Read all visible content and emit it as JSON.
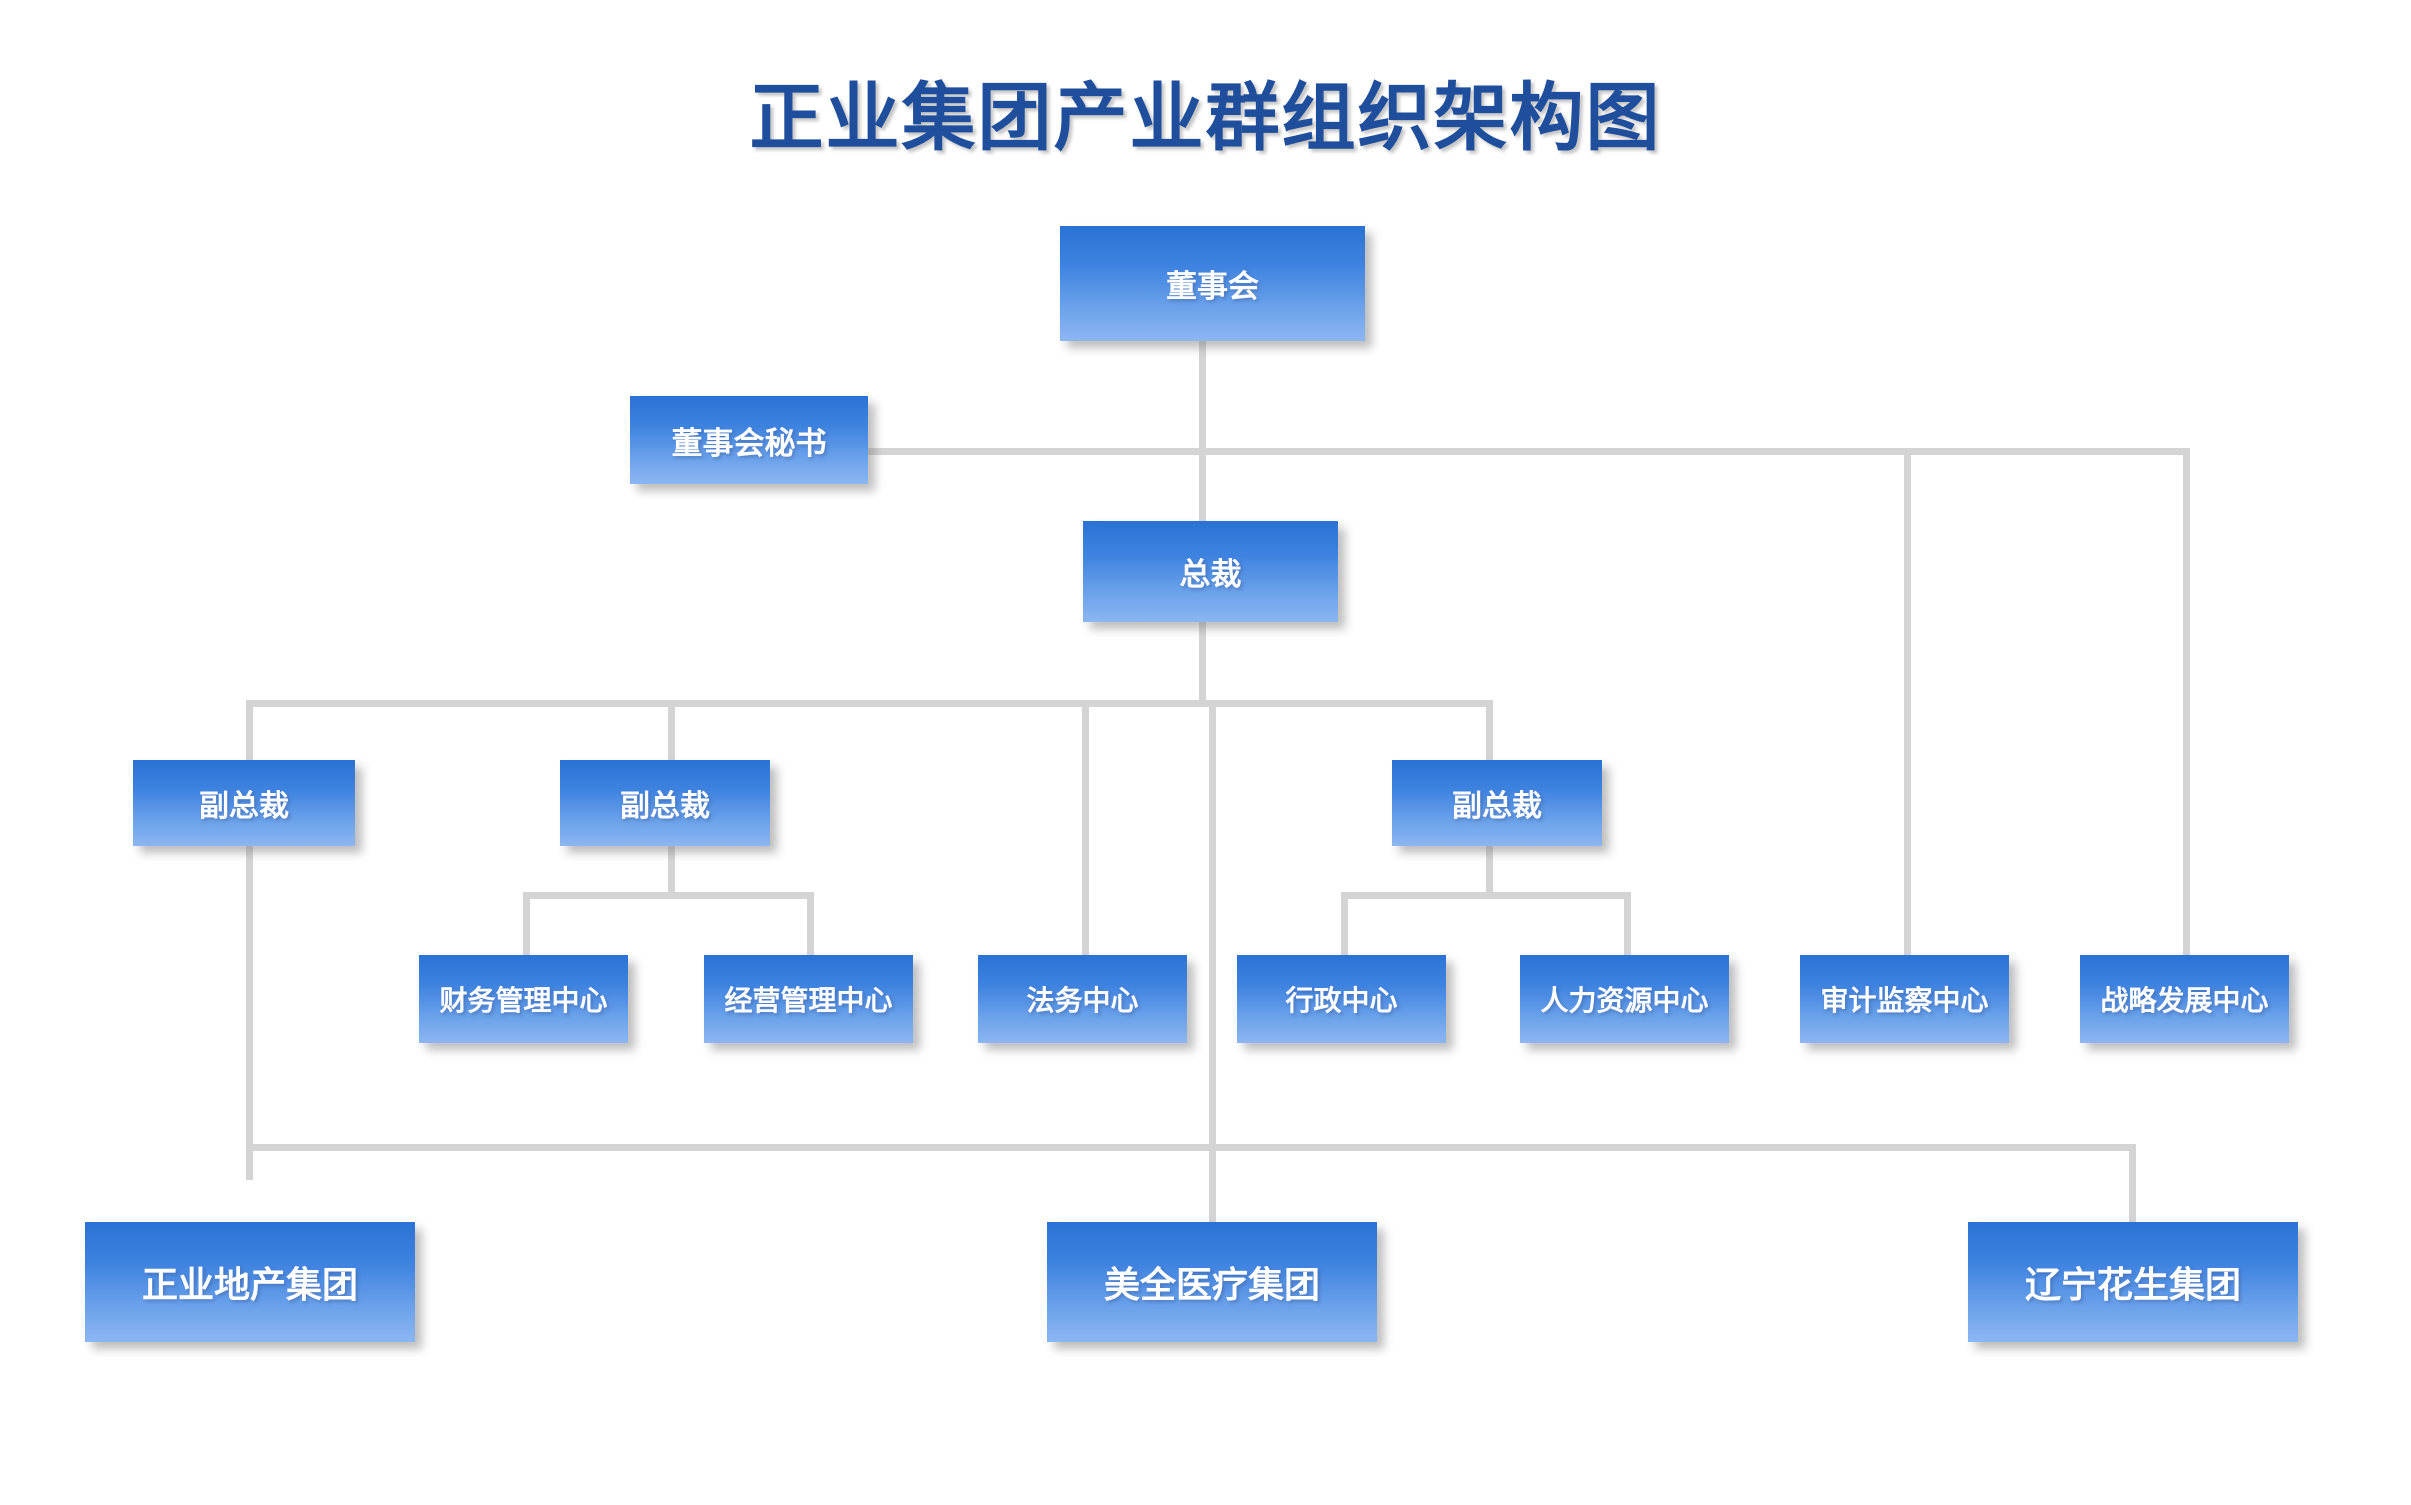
{
  "title": "正业集团产业群组织架构图",
  "theme": {
    "box_gradient_top": "#2a72d4",
    "box_gradient_bottom": "#8cb6f2",
    "title_color": "#1f4e9c",
    "connector_color": "#d4d4d4",
    "background": "#ffffff",
    "label_color": "#ffffff"
  },
  "nodes": {
    "board": "董事会",
    "board_secretary": "董事会秘书",
    "president": "总裁",
    "vp_1": "副总裁",
    "vp_2": "副总裁",
    "vp_3": "副总裁",
    "finance_center": "财务管理中心",
    "operations_center": "经营管理中心",
    "legal_center": "法务中心",
    "admin_center": "行政中心",
    "hr_center": "人力资源中心",
    "audit_center": "审计监察中心",
    "strategy_center": "战略发展中心",
    "group_realestate": "正业地产集团",
    "group_medical": "美全医疗集团",
    "group_peanut": "辽宁花生集团"
  },
  "hierarchy": {
    "root": "董事会",
    "levels": [
      {
        "level": 1,
        "items": [
          "董事会"
        ]
      },
      {
        "level": 2,
        "items": [
          "董事会秘书"
        ]
      },
      {
        "level": 3,
        "items": [
          "总裁"
        ]
      },
      {
        "level": 4,
        "items": [
          "副总裁",
          "副总裁",
          "副总裁"
        ]
      },
      {
        "level": 5,
        "items": [
          "财务管理中心",
          "经营管理中心",
          "法务中心",
          "行政中心",
          "人力资源中心",
          "审计监察中心",
          "战略发展中心"
        ]
      },
      {
        "level": 6,
        "items": [
          "正业地产集团",
          "美全医疗集团",
          "辽宁花生集团"
        ]
      }
    ]
  }
}
